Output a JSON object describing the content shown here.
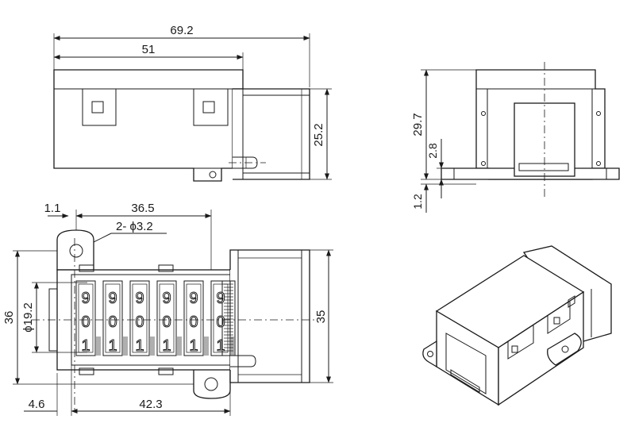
{
  "drawing": {
    "front_view": {
      "dim_overall_width": "69.2",
      "dim_body_width": "51",
      "dim_side_height": "25.2"
    },
    "side_view": {
      "dim_total_height": "29.7",
      "dim_flange_thickness": "2.8",
      "dim_base_offset": "1.2"
    },
    "top_view": {
      "dim_edge_offset": "1.1",
      "dim_hole_pitch": "36.5",
      "dim_holes": "2- ϕ3.2",
      "dim_height": "36",
      "dim_wheel_diameter": "ϕ19.2",
      "dim_depth": "35",
      "dim_left_offset": "4.6",
      "dim_wheel_span": "42.3",
      "counter_digits": [
        {
          "top": "9",
          "mid": "0",
          "bottom": "1"
        },
        {
          "top": "9",
          "mid": "0",
          "bottom": "1"
        },
        {
          "top": "9",
          "mid": "0",
          "bottom": "1"
        },
        {
          "top": "9",
          "mid": "0",
          "bottom": "1"
        },
        {
          "top": "9",
          "mid": "0",
          "bottom": "1"
        },
        {
          "top": "9",
          "mid": "0",
          "bottom": "1"
        }
      ]
    }
  }
}
